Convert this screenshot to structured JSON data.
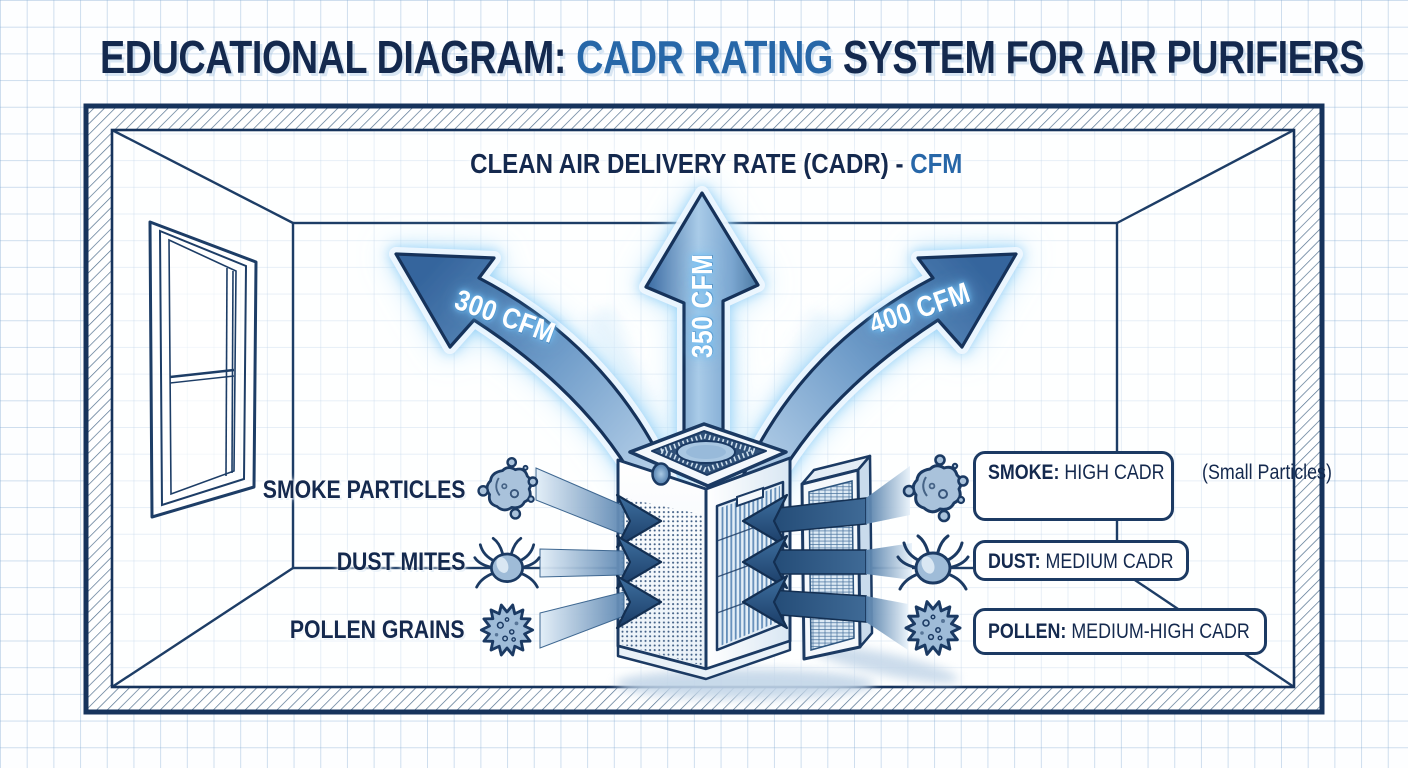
{
  "title": {
    "prefix": "EDUCATIONAL DIAGRAM: ",
    "highlight": "CADR RATING",
    "suffix": " SYSTEM FOR AIR PURIFIERS"
  },
  "room_header": {
    "label": "CLEAN AIR DELIVERY RATE (CADR) - ",
    "accent": "CFM"
  },
  "airflow_arrows": {
    "left": "300 CFM",
    "up": "350 CFM",
    "right": "400 CFM"
  },
  "pollutants": [
    {
      "label": "SMOKE PARTICLES",
      "icon": "smoke-particle-icon"
    },
    {
      "label": "DUST MITES",
      "icon": "dust-mite-icon"
    },
    {
      "label": "POLLEN GRAINS",
      "icon": "pollen-grain-icon"
    }
  ],
  "cadr_ratings": [
    {
      "pollutant": "SMOKE:",
      "rating": "HIGH CADR",
      "note": "(Small Particles)"
    },
    {
      "pollutant": "DUST:",
      "rating": "MEDIUM CADR",
      "note": ""
    },
    {
      "pollutant": "POLLEN:",
      "rating": "MEDIUM-HIGH CADR",
      "note": ""
    }
  ],
  "colors": {
    "navy": "#16335c",
    "accent_blue": "#2767a8",
    "arrow_fill_light": "#b9d6ee",
    "arrow_fill_dark": "#3a6ba3",
    "glow": "#8ecdf6",
    "particle_fill": "#9fbcd8",
    "grid": "#cadcee"
  }
}
